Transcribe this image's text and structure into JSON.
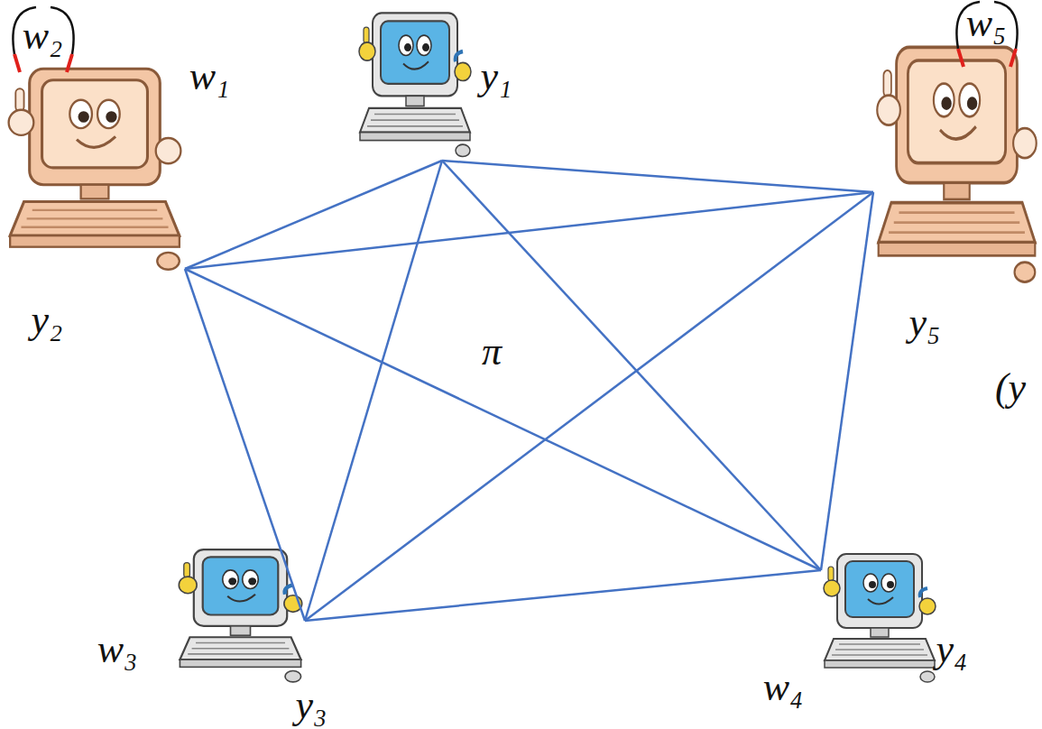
{
  "diagram": {
    "nodes": [
      {
        "text": [
          "w₁",
          "y₁"
        ]
      },
      {
        "text": [
          "w₂",
          "y₂"
        ]
      },
      {
        "text": [
          "w₃",
          "y₃"
        ]
      },
      {
        "text": [
          "w₄",
          "y₄"
        ]
      },
      {
        "text": [
          "w₅",
          "y₅"
        ]
      }
    ],
    "edges": [
      {
        "from": 0,
        "to": 1,
        "arrow": "none"
      },
      {
        "from": 0,
        "to": 2,
        "arrow": "none"
      },
      {
        "from": 0,
        "to": 3,
        "arrow": "none"
      },
      {
        "from": 0,
        "to": 4,
        "arrow": "none"
      },
      {
        "from": 1,
        "to": 2,
        "arrow": "none"
      },
      {
        "from": 1,
        "to": 3,
        "arrow": "none"
      },
      {
        "from": 1,
        "to": 4,
        "arrow": "none"
      },
      {
        "from": 2,
        "to": 3,
        "arrow": "none"
      },
      {
        "from": 2,
        "to": 4,
        "arrow": "none"
      },
      {
        "from": 3,
        "to": 4,
        "arrow": "none"
      }
    ],
    "labels": [
      "π",
      "(y"
    ]
  }
}
